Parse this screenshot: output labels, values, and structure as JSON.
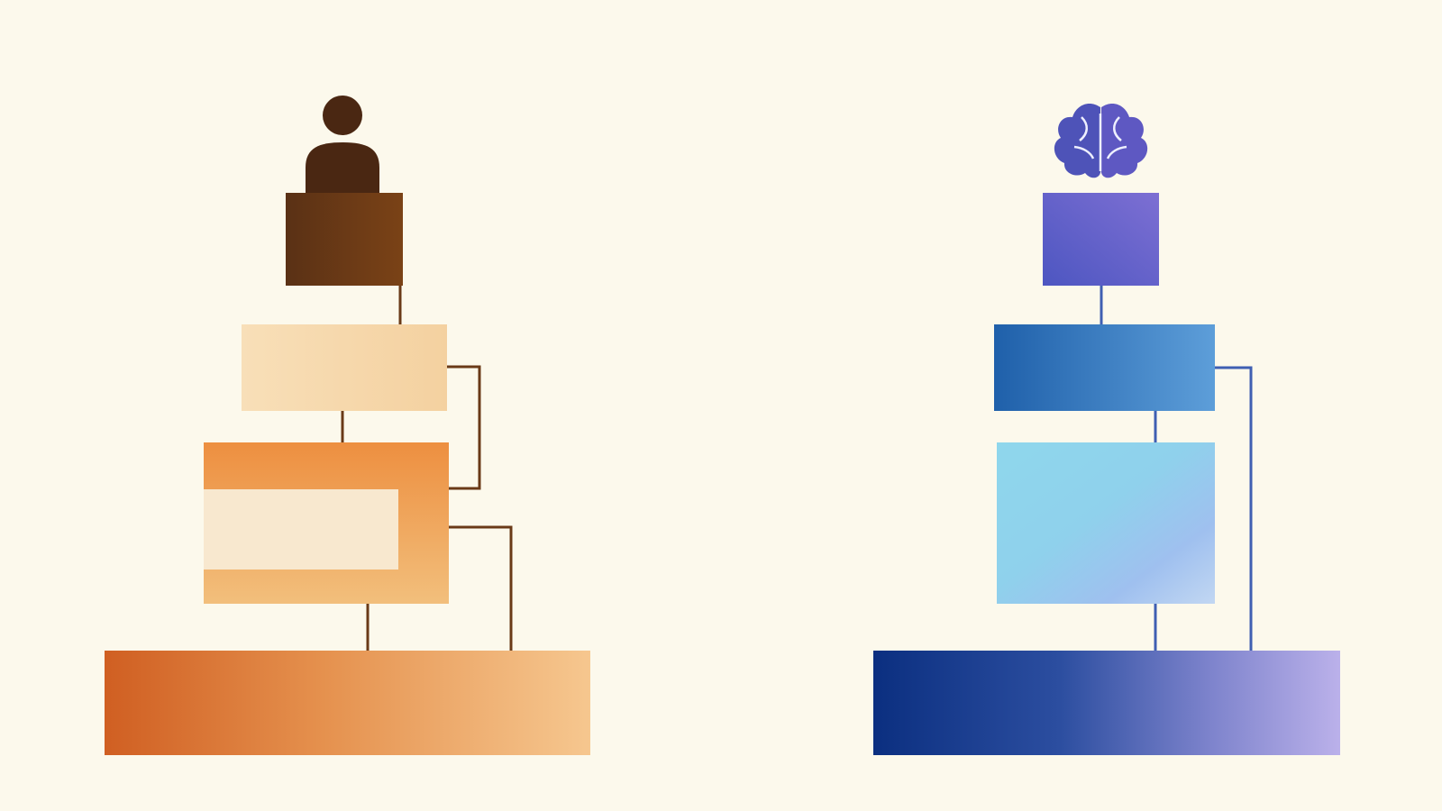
{
  "diagram": {
    "type": "side-by-side stacked block diagrams",
    "left_stack": {
      "top_icon": "person-icon",
      "palette": {
        "dark": "#5a3115",
        "light": "#f6d8ab",
        "mid": "#ec9548",
        "base_start": "#d05f22",
        "base_end": "#f6c78f",
        "connector": "#6a3a17"
      },
      "blocks": [
        "top-block",
        "second-block",
        "third-block",
        "base-block"
      ]
    },
    "right_stack": {
      "top_icon": "brain-icon",
      "palette": {
        "top_start": "#4d56c1",
        "top_end": "#7b6fd2",
        "second_start": "#1f60aa",
        "second_end": "#5d9ed9",
        "third_start": "#8fd7ec",
        "third_end": "#b8c9f0",
        "base_start": "#0b2f80",
        "base_end": "#b8b0e8",
        "connector": "#3f5fb2"
      },
      "blocks": [
        "top-block",
        "second-block",
        "third-block",
        "base-block"
      ]
    }
  }
}
